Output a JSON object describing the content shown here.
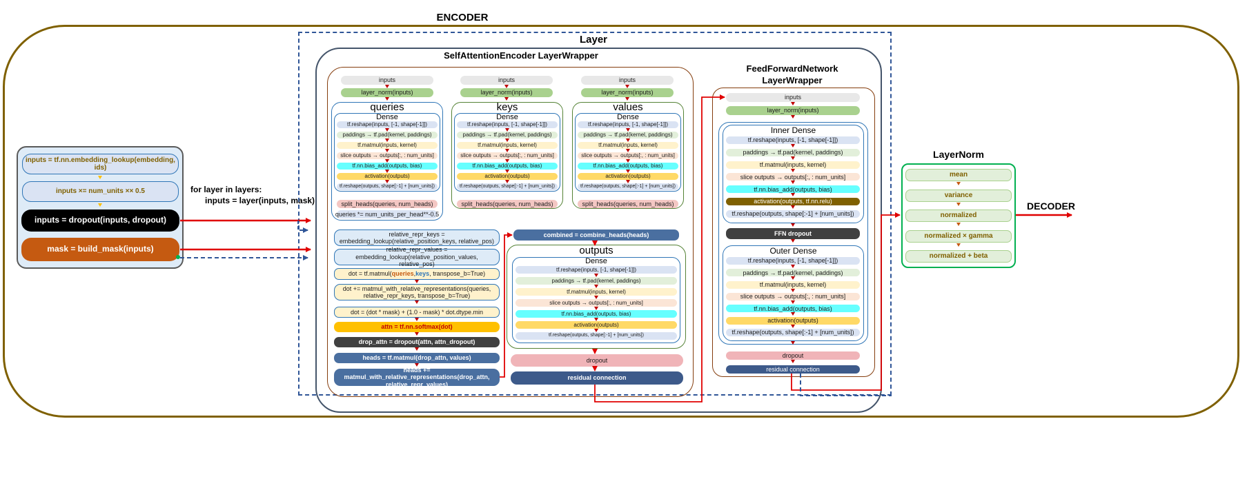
{
  "encoder_title": "ENCODER",
  "decoder_label": "DECODER",
  "loop_text": {
    "line1": "for layer in layers:",
    "line2": "inputs = layer(inputs, mask)"
  },
  "embed": {
    "lookup": "inputs = tf.nn.embedding_lookup(embedding, ids)",
    "scale": "inputs ×= num_units ×× 0.5",
    "dropout": "inputs = dropout(inputs, dropout)",
    "mask": "mask = build_mask(inputs)"
  },
  "layer_title": "Layer",
  "sa_title": "SelfAttentionEncoder LayerWrapper",
  "ffn_title": {
    "line1": "FeedForwardNetwork",
    "line2": "LayerWrapper"
  },
  "common": {
    "inputs": "inputs",
    "layer_norm": "layer_norm(inputs)",
    "dense": "Dense"
  },
  "dense_rows": [
    "tf.reshape(inputs, [-1, shape[-1]])",
    "paddings → tf.pad(kernel, paddings)",
    "tf.matmul(inputs, kernel)",
    "slice outputs → outputs[:, : num_units]",
    "tf.nn.bias_add(outputs, bias)",
    "activation(outputs)",
    "tf.reshape(outputs, shape[:-1] + [num_units])"
  ],
  "qkv": [
    {
      "title": "queries",
      "split": "split_heads(queries, num_heads)",
      "extra": "queries *= num_units_per_head**-0.5"
    },
    {
      "title": "keys",
      "split": "split_heads(queries, num_heads)"
    },
    {
      "title": "values",
      "split": "split_heads(queries, num_heads)"
    }
  ],
  "attention_steps": {
    "rel_keys": "relative_repr_keys = embedding_lookup(relative_position_keys, relative_pos)",
    "rel_values": "relative_repr_values = embedding_lookup(relative_position_values, relative_pos)",
    "dot_prefix": "dot = tf.matmul(",
    "dot_queries": "queries",
    "dot_sep": ", ",
    "dot_keys": "keys",
    "dot_suffix": ", transpose_b=True)",
    "dot_rel": "dot += matmul_with_relative_representations(queries, relative_repr_keys, transpose_b=True)",
    "dot_mask": "dot = (dot * mask) + (1.0 - mask) * dot.dtype.min",
    "attn": "attn = tf.nn.softmax(dot)",
    "drop_attn": "drop_attn = dropout(attn, attn_dropout)",
    "heads": "heads = tf.matmul(drop_attn, values)",
    "heads_rel": "heads += matmul_with_relative_representations(drop_attn, relative_repr_values)"
  },
  "outputs_block": {
    "combined": "combined = combine_heads(heads)",
    "title": "outputs",
    "dropout": "dropout",
    "residual": "residual connection"
  },
  "ffn": {
    "inner_title": "Inner Dense",
    "inner_activation": "activation(outputs, tf.nn.relu)",
    "ffn_dropout": "FFN dropout",
    "outer_title": "Outer Dense",
    "dropout": "dropout",
    "residual": "residual connection"
  },
  "layernorm": {
    "title": "LayerNorm",
    "items": [
      "mean",
      "variance",
      "normalized",
      "normalized × gamma",
      "normalized + beta"
    ]
  },
  "colors": {
    "encoder_border": "#7f6000",
    "layer_dash": "#2f5597",
    "arrow_red": "#e00000",
    "layernorm_border": "#00b050",
    "mask_orange": "#c55a11"
  }
}
